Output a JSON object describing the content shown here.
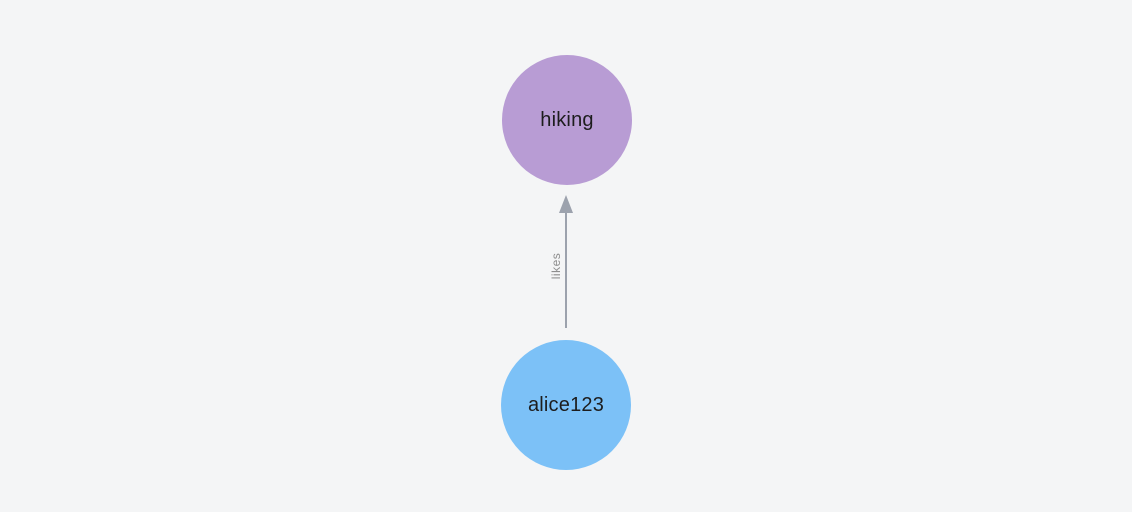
{
  "diagram": {
    "type": "graph",
    "nodes": [
      {
        "id": "hiking",
        "label": "hiking",
        "color": "#b89cd4",
        "shape": "circle"
      },
      {
        "id": "alice123",
        "label": "alice123",
        "color": "#7cc1f7",
        "shape": "circle"
      }
    ],
    "edges": [
      {
        "from": "alice123",
        "to": "hiking",
        "label": "likes",
        "directed": true,
        "color": "#9ca2ad"
      }
    ]
  },
  "palette": {
    "canvas-bg": "#f4f5f6",
    "node-hiking": "#b89cd4",
    "node-alice": "#7cc1f7",
    "edge": "#9ca2ad",
    "edge-label-text": "#8e8e8e",
    "node-label-text": "#1d1d1d"
  }
}
